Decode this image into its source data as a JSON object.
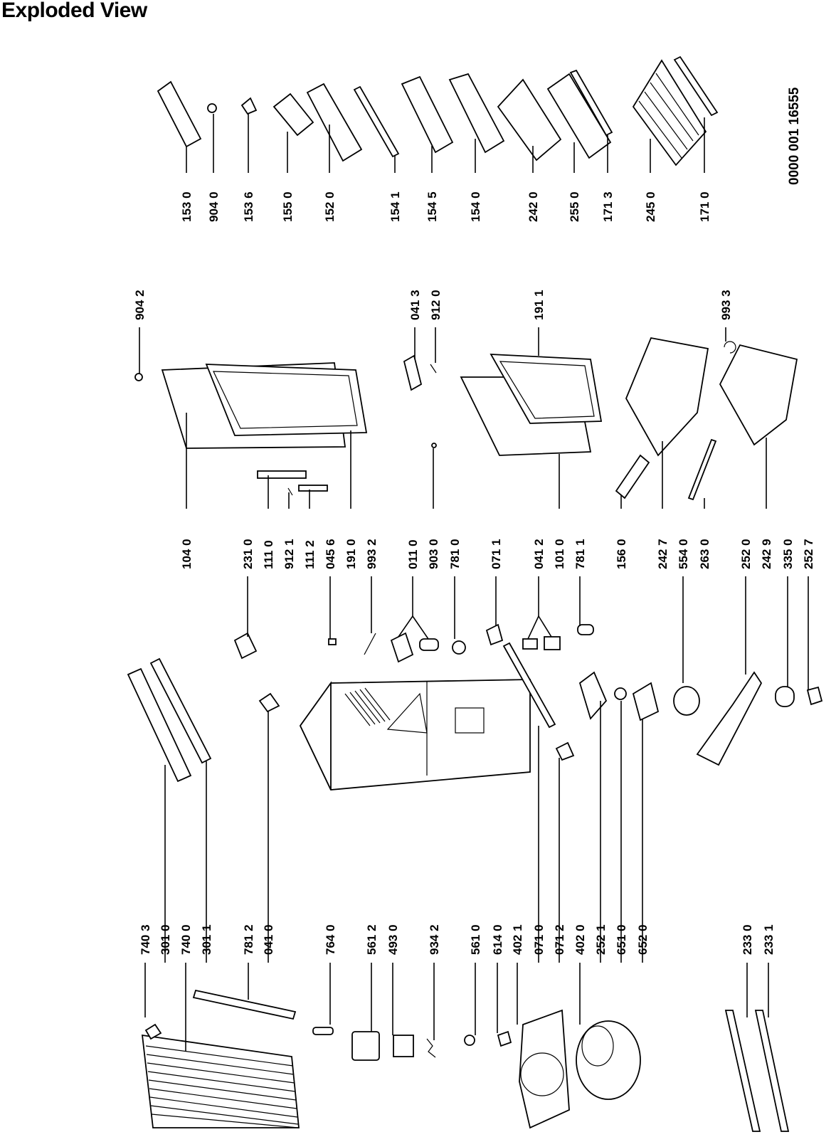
{
  "title": "Exploded View",
  "document_number": "0000 001 16555",
  "columns": {
    "left": [
      "740 3",
      "301 0",
      "740 0",
      "301 1",
      "781 2",
      "041 0",
      "764 0",
      "561 2",
      "493 0",
      "934 2",
      "561 0",
      "614 0",
      "402 1",
      "071 0",
      "071 2",
      "402 0",
      "252 1",
      "651 0",
      "652 0",
      "233 0",
      "233 1"
    ],
    "middle": [
      "104 0",
      "231 0",
      "111 0",
      "912 1",
      "111 2",
      "045 6",
      "191 0",
      "993 2",
      "011 0",
      "903 0",
      "781 0",
      "071 1",
      "041 2",
      "101 0",
      "781 1",
      "156 0",
      "242 7",
      "554 0",
      "263 0",
      "252 0",
      "242 9",
      "335 0",
      "252 7"
    ],
    "door": [
      "904 2",
      "041 3",
      "912 0",
      "191 1",
      "993 3"
    ],
    "right": [
      "153 0",
      "904 0",
      "153 6",
      "155 0",
      "152 0",
      "154 1",
      "154 5",
      "154 0",
      "242 0",
      "255 0",
      "171 3",
      "245 0",
      "171 0"
    ]
  }
}
